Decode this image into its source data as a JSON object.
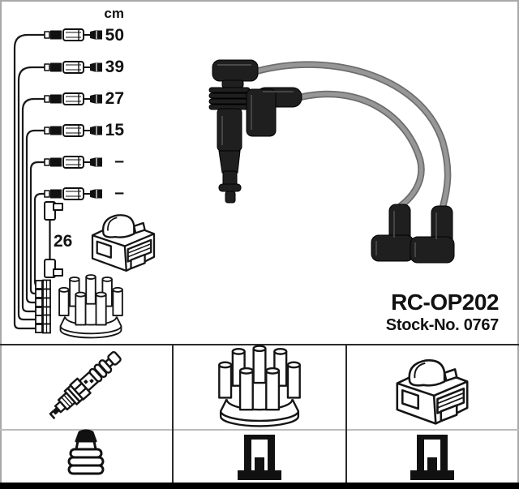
{
  "product": {
    "part_number": "RC-OP202",
    "stock_line": "Stock-No. 0767"
  },
  "schematic": {
    "unit": "cm",
    "wire_lengths": [
      "50",
      "39",
      "27",
      "15",
      "–",
      "–"
    ],
    "coil_wire_length": "26",
    "parts": [
      "wire-harness-schematic",
      "coil-wire-schematic",
      "ignition-coil-schematic",
      "distributor-cap-schematic"
    ]
  },
  "photo": {
    "subject": "ignition-cable-set-photo",
    "cable_count": 2
  },
  "legend": {
    "row1": [
      "spark-plug-icon",
      "distributor-cap-icon",
      "ignition-coil-icon"
    ],
    "row2": [
      "terminal-nut-icon",
      "din-terminal-icon",
      "din-terminal-icon"
    ]
  },
  "colors": {
    "line_art": "#1a1a1a",
    "cable_grey": "#8c8c8c",
    "boot_black": "#1f1f1f",
    "grid_line": "#2b2b2b",
    "grid_line_light": "#bcbcbc",
    "page_border": "#a8a8a8",
    "bottom_bar": "#000000"
  }
}
